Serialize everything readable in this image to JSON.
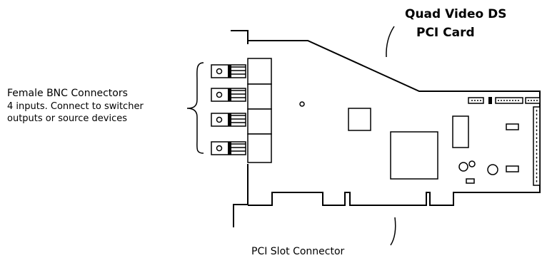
{
  "title": {
    "line1": "Quad Video DS",
    "line2": "PCI Card"
  },
  "bnc_label": {
    "heading": "Female BNC Connectors",
    "line1": "4 inputs. Connect to switcher",
    "line2": "outputs or source devices"
  },
  "slot_label": "PCI Slot Connector"
}
